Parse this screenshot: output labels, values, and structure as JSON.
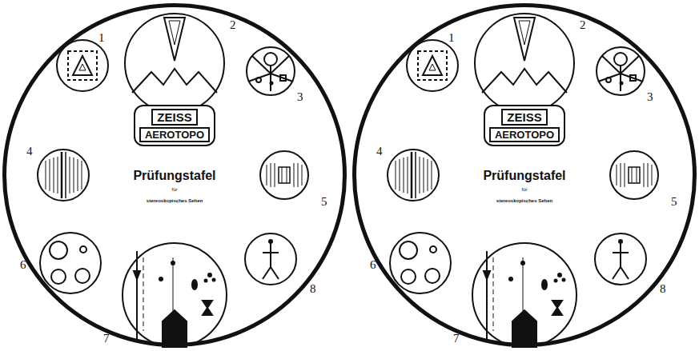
{
  "diagram": {
    "nodes": [
      {
        "text": [
          "Prüfungstafel",
          "für",
          "stereoskopisches Sehen"
        ]
      },
      {
        "text": [
          "ZEISS",
          "AEROTOPO"
        ],
        "in": 0
      },
      {
        "text": [
          "Prüfungstafel",
          "für",
          "stereoskopisches Sehen"
        ]
      },
      {
        "text": [
          "ZEISS",
          "AEROTOPO"
        ],
        "in": 2
      }
    ],
    "labels": [
      "1",
      "2",
      "3",
      "4",
      "5",
      "6",
      "7",
      "8",
      "1",
      "2",
      "3",
      "4",
      "5",
      "6",
      "7",
      "8"
    ]
  }
}
